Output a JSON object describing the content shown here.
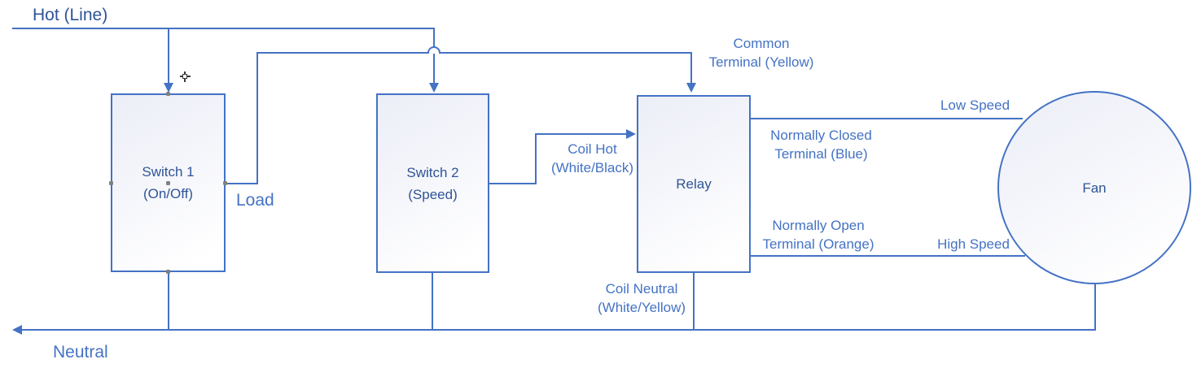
{
  "colors": {
    "wire": "#4472C4",
    "text_dark": "#2F5496",
    "text_wire": "#4472C4",
    "fill_a": "#ECEEF7",
    "fill_b": "#FFFFFF",
    "dot": "#7F7F7F",
    "cursor": "#3A3A3A"
  },
  "shapes": {
    "switch1": {
      "label": "Switch 1\n(On/Off)"
    },
    "switch2": {
      "label": "Switch 2\n(Speed)"
    },
    "relay": {
      "label": "Relay"
    },
    "fan": {
      "label": "Fan"
    }
  },
  "wires": {
    "hot": {
      "label": "Hot (Line)"
    },
    "load": {
      "label": "Load"
    },
    "neutral": {
      "label": "Neutral"
    },
    "common": {
      "label": "Common\nTerminal (Yellow)"
    },
    "coil_hot": {
      "label": "Coil Hot\n(White/Black)"
    },
    "coil_neutral": {
      "label": "Coil Neutral\n(White/Yellow)"
    },
    "normally_closed": {
      "label": "Normally Closed\nTerminal (Blue)"
    },
    "normally_open": {
      "label": "Normally Open\nTerminal (Orange)"
    },
    "low_speed": {
      "label": "Low Speed"
    },
    "high_speed": {
      "label": "High Speed"
    }
  }
}
